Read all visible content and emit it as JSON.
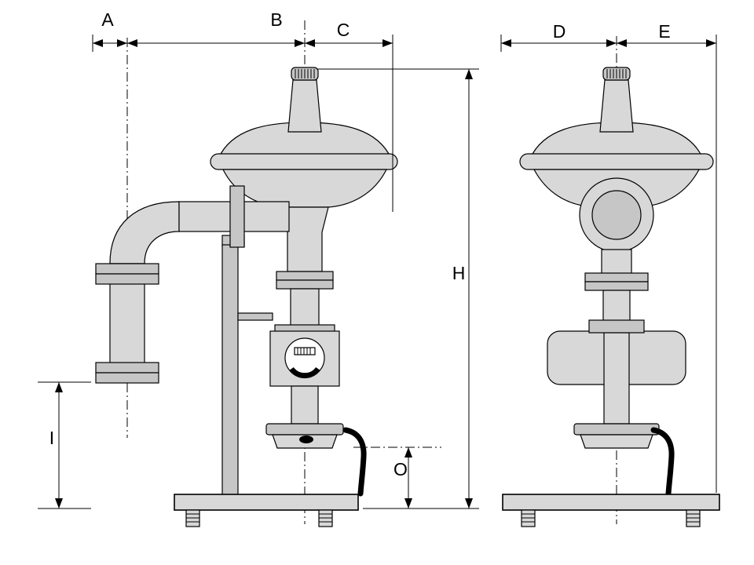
{
  "diagram": {
    "kind": "dimensioned-technical-drawing",
    "labels": {
      "A": "A",
      "B": "B",
      "C": "C",
      "D": "D",
      "E": "E",
      "H": "H",
      "I": "I",
      "O": "O"
    },
    "colors": {
      "line": "#000000",
      "metal_light": "#d8d8d8",
      "metal_mid": "#c6c6c6",
      "dial_face": "#ffffff",
      "handle": "#000000",
      "background": "#ffffff"
    }
  }
}
